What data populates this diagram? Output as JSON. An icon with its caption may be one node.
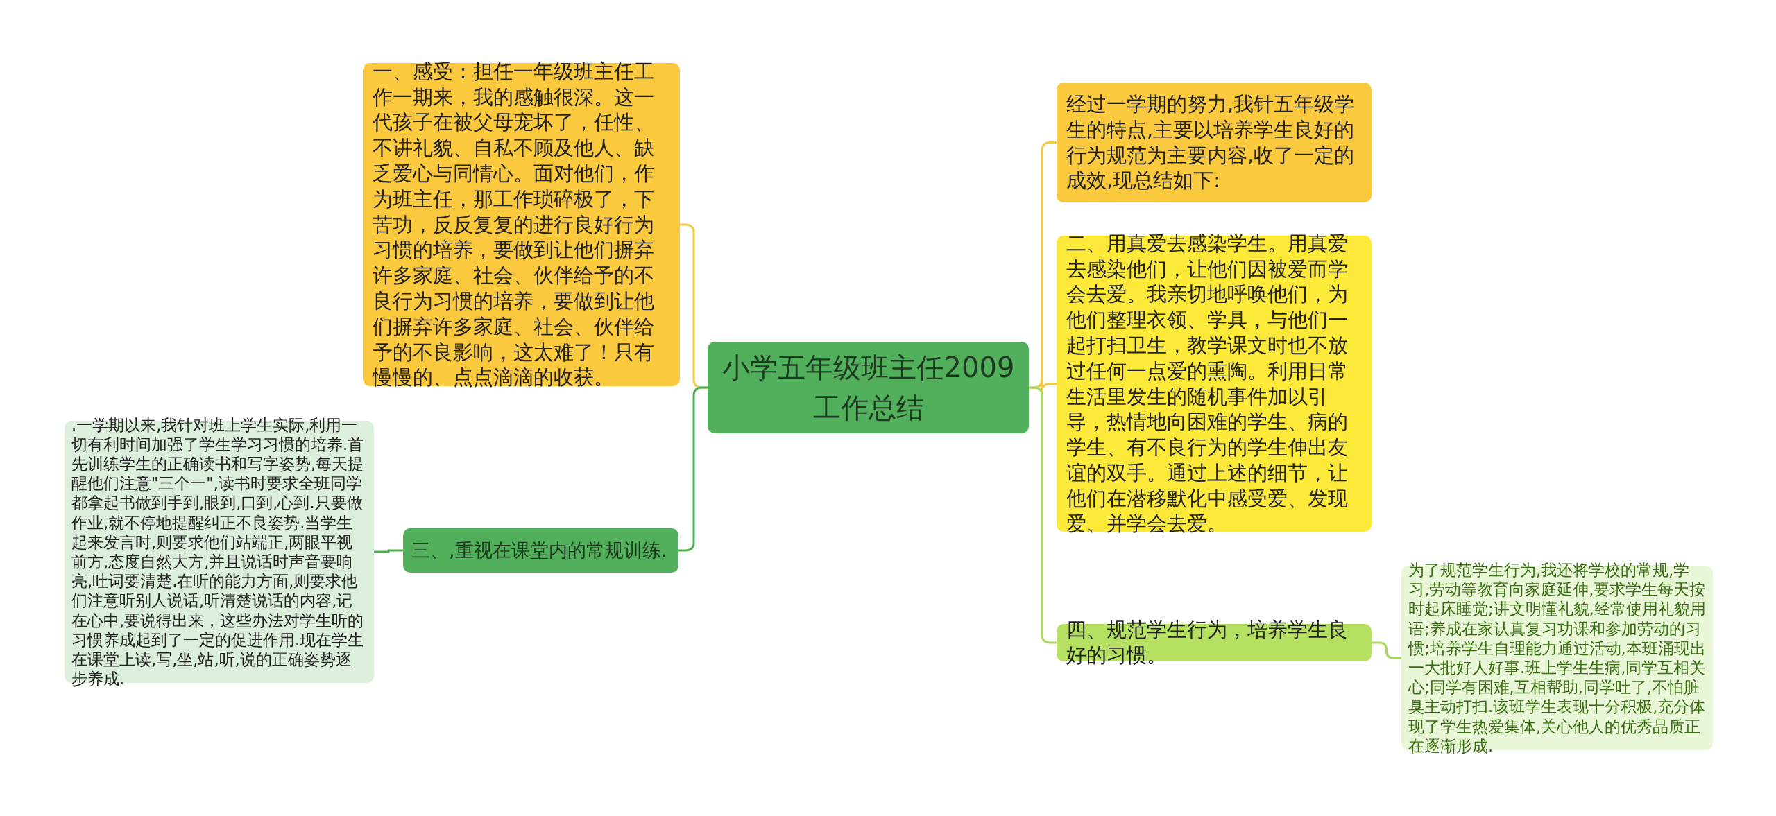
{
  "diagram": {
    "nodes": [
      {
        "text": [
          "小学五年级班主任2009工作总结"
        ]
      },
      {
        "text": [
          "一、感受：担任一年级班主任工作一期来，我的感触很深。这一代孩子在被父母宠坏了，任性、不讲礼貌、自私不顾及他人、缺乏爱心与同情心。面对他们，作为班主任，那工作琐碎极了，下苦功，反反复复的进行良好行为习惯的培养，要做到让他们摒弃许多家庭、社会、伙伴给予的不良行为习惯的培养，要做到让他们摒弃许多家庭、社会、伙伴给予的不良影响，这太难了！只有慢慢的、点点滴滴的收获。"
        ]
      },
      {
        "text": [
          "三、,重视在课堂内的常规训练."
        ]
      },
      {
        "text": [
          ".一学期以来,我针对班上学生实际,利用一切有利时间加强了学生学习习惯的培养.首先训练学生的正确读书和写字姿势,每天提醒他们注意\"三个一\",读书时要求全班同学都拿起书做到手到,眼到,口到,心到.只要做作业,就不停地提醒纠正不良姿势.当学生起来发言时,则要求他们站端正,两眼平视前方,态度自然大方,并且说话时声音要响亮,吐词要清楚.在听的能力方面,则要求他们注意听别人说话,听清楚说话的内容,记在心中,要说得出来，这些办法对学生听的习惯养成起到了一定的促进作用.现在学生在课堂上读,写,坐,站,听,说的正确姿势逐步养成."
        ]
      },
      {
        "text": [
          "经过一学期的努力,我针五年级学生的特点,主要以培养学生良好的行为规范为主要内容,收了一定的成效,现总结如下:"
        ]
      },
      {
        "text": [
          "二、用真爱去感染学生。用真爱去感染他们，让他们因被爱而学会去爱。我亲切地呼唤他们，为他们整理衣领、学具，与他们一起打扫卫生，教学课文时也不放过任何一点爱的熏陶。利用日常生活里发生的随机事件加以引导，热情地向困难的学生、病的学生、有不良行为的学生伸出友谊的双手。通过上述的细节，让他们在潜移默化中感受爱、发现爱、并学会去爱。"
        ]
      },
      {
        "text": [
          "四、规范学生行为，培养学生良好的习惯。"
        ]
      },
      {
        "text": [
          "为了规范学生行为,我还将学校的常规,学习,劳动等教育向家庭延伸,要求学生每天按时起床睡觉;讲文明懂礼貌,经常使用礼貌用语;养成在家认真复习功课和参加劳动的习惯;培养学生自理能力通过活动,本班涌现出一大批好人好事.班上学生生病,同学互相关心;同学有困难,互相帮助,同学吐了,不怕脏臭主动打扫.该班学生表现十分积极,充分体现了学生热爱集体,关心他人的优秀品质正在逐渐形成."
        ]
      }
    ],
    "edges": [
      {
        "from": 0,
        "to": 1,
        "arrow": "none"
      },
      {
        "from": 0,
        "to": 2,
        "arrow": "none",
        "color": "#4caf50"
      },
      {
        "from": 2,
        "to": 3,
        "arrow": "none",
        "color": "#4caf50"
      },
      {
        "from": 0,
        "to": 4,
        "arrow": "none"
      },
      {
        "from": 0,
        "to": 5,
        "arrow": "none"
      },
      {
        "from": 0,
        "to": 6,
        "arrow": "none",
        "color": "#a8d95b"
      },
      {
        "from": 6,
        "to": 7,
        "arrow": "none",
        "color": "#a8d95b"
      }
    ]
  }
}
